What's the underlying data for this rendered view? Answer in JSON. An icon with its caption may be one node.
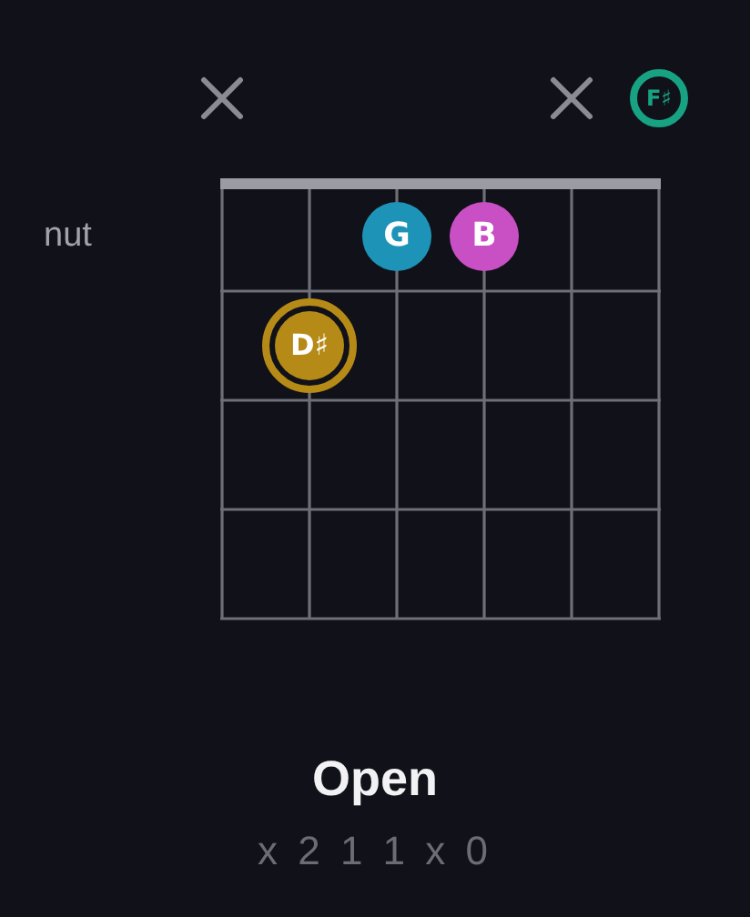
{
  "diagram": {
    "title": "Open",
    "caption": "x 2 1 1 x 0",
    "nodes": [
      {
        "text": [
          "F♯"
        ]
      },
      {
        "text": [
          "G"
        ]
      },
      {
        "text": [
          "B"
        ]
      },
      {
        "text": [
          "D♯"
        ]
      }
    ],
    "labels": [
      "nut"
    ]
  }
}
